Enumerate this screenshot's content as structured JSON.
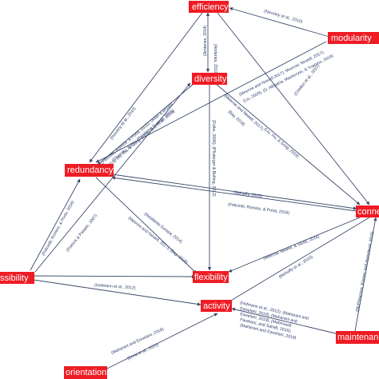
{
  "nodes": {
    "efficiency": "efficiency",
    "modularity": "modularity",
    "diversity": "diversity",
    "redundancy": "redundancy",
    "connectivity": "conne",
    "flexibility": "flexibility",
    "accessibility": "ssibility",
    "activity": "activity",
    "maintenance": "maintenanc",
    "orientation": "orientation"
  },
  "edge_labels": {
    "l1": "(Novotny et al., 2010)",
    "l2": "(Anderies, 2014)",
    "l3": "(Anderies, 2012)",
    "l4": "(Novotny et al., 2010)",
    "l5": "(Feliciotti, Romice, & Porta, 2016); (Allan & Bryant,",
    "l6": "2011); Liu, Xiu, & Song, 2019); (Liu et al., 2019)",
    "l7": "(Dawodu, 2021); (Resiliente Europa, 2016)",
    "l8": "(Meerow and Newell 2017); Meerow, Newell, 2017),",
    "l9": "(Liu, 2020); (D. Alliyatria, Mackenzie, & Yuanmo, 2018)",
    "l10": "(Meerow and Newell, 2017);",
    "l11": "(Bay, 2018)",
    "l12": "(Liu, Xiu, & Song, 2019)",
    "l13": "(Chelleri et al., 2012)",
    "l14": "(Folke, 2006); (Pfisterger & Bolting, 2012)",
    "l15": "(Mehaffy, 2015)",
    "l16": "(Feliciotti, Romice, & Porta, 2016)",
    "l17": "(Feliciotti, Romice, & Porta, 2016)",
    "l18": "(Francis & Pasaric, 2007)",
    "l19": "(Resiliente Europa, 2014)",
    "l20": "(Meerow and Newell, 2017); (Bay, 2018)",
    "l21": "(Meerow, Newell, & Stults, 2016)",
    "l22": "(Mehaffy et al., 2010)",
    "l23": "(Hofmann et al., 2012)",
    "l24": "(Hofmann et al., 2012); (Maharani and",
    "l25": "Eswelani, 2019); (Maharani and",
    "l26": "Eswelani, 2019); (Mahmoudi",
    "l27": "Farahani, and Sahafi, 2016);",
    "l28": "(Maharani and Eswelani, 2019)",
    "l29": "(McPhearson, Kremer and Hamstead, 2016)",
    "l30": "(Maharani and Eswelani, 2019)",
    "l31": "(Enna et al., 2020)"
  }
}
